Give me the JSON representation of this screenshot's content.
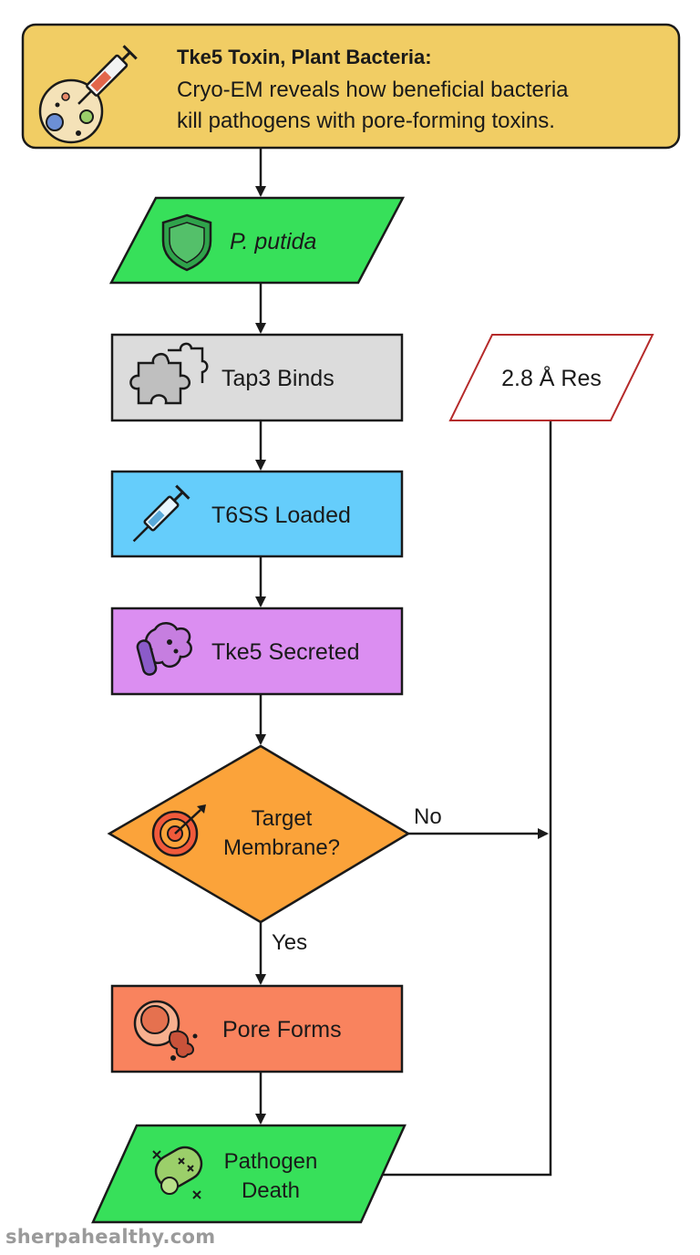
{
  "header": {
    "title": "Tke5 Toxin, Plant Bacteria:",
    "subtitle_line1": "Cryo-EM reveals how beneficial bacteria",
    "subtitle_line2": "kill pathogens with pore-forming toxins."
  },
  "nodes": {
    "putida": {
      "label": "P. putida",
      "icon": "shield-icon",
      "color": "#37e05a"
    },
    "tap3": {
      "label": "Tap3 Binds",
      "icon": "puzzle-piece-icon",
      "color": "#dcdcdc"
    },
    "t6ss": {
      "label": "T6SS Loaded",
      "icon": "syringe-icon",
      "color": "#65cdfb"
    },
    "tke5": {
      "label": "Tke5 Secreted",
      "icon": "bacteria-cluster-icon",
      "color": "#db8ef1"
    },
    "decision": {
      "line1": "Target",
      "line2": "Membrane?",
      "icon": "target-icon",
      "color": "#fba33a"
    },
    "pore": {
      "label": "Pore Forms",
      "icon": "ruptured-cell-icon",
      "color": "#f9835e"
    },
    "death": {
      "line1": "Pathogen",
      "line2": "Death",
      "icon": "dead-bacterium-icon",
      "color": "#37e05a"
    },
    "resolution": {
      "label": "2.8 Å Res",
      "color": "#ffffff",
      "border": "#b52a2a"
    }
  },
  "edges": {
    "yes_label": "Yes",
    "no_label": "No"
  },
  "colors": {
    "header_fill": "#f1cd64",
    "stroke": "#1a1a1a"
  },
  "footer": {
    "watermark": "sherpahealthy.com"
  }
}
